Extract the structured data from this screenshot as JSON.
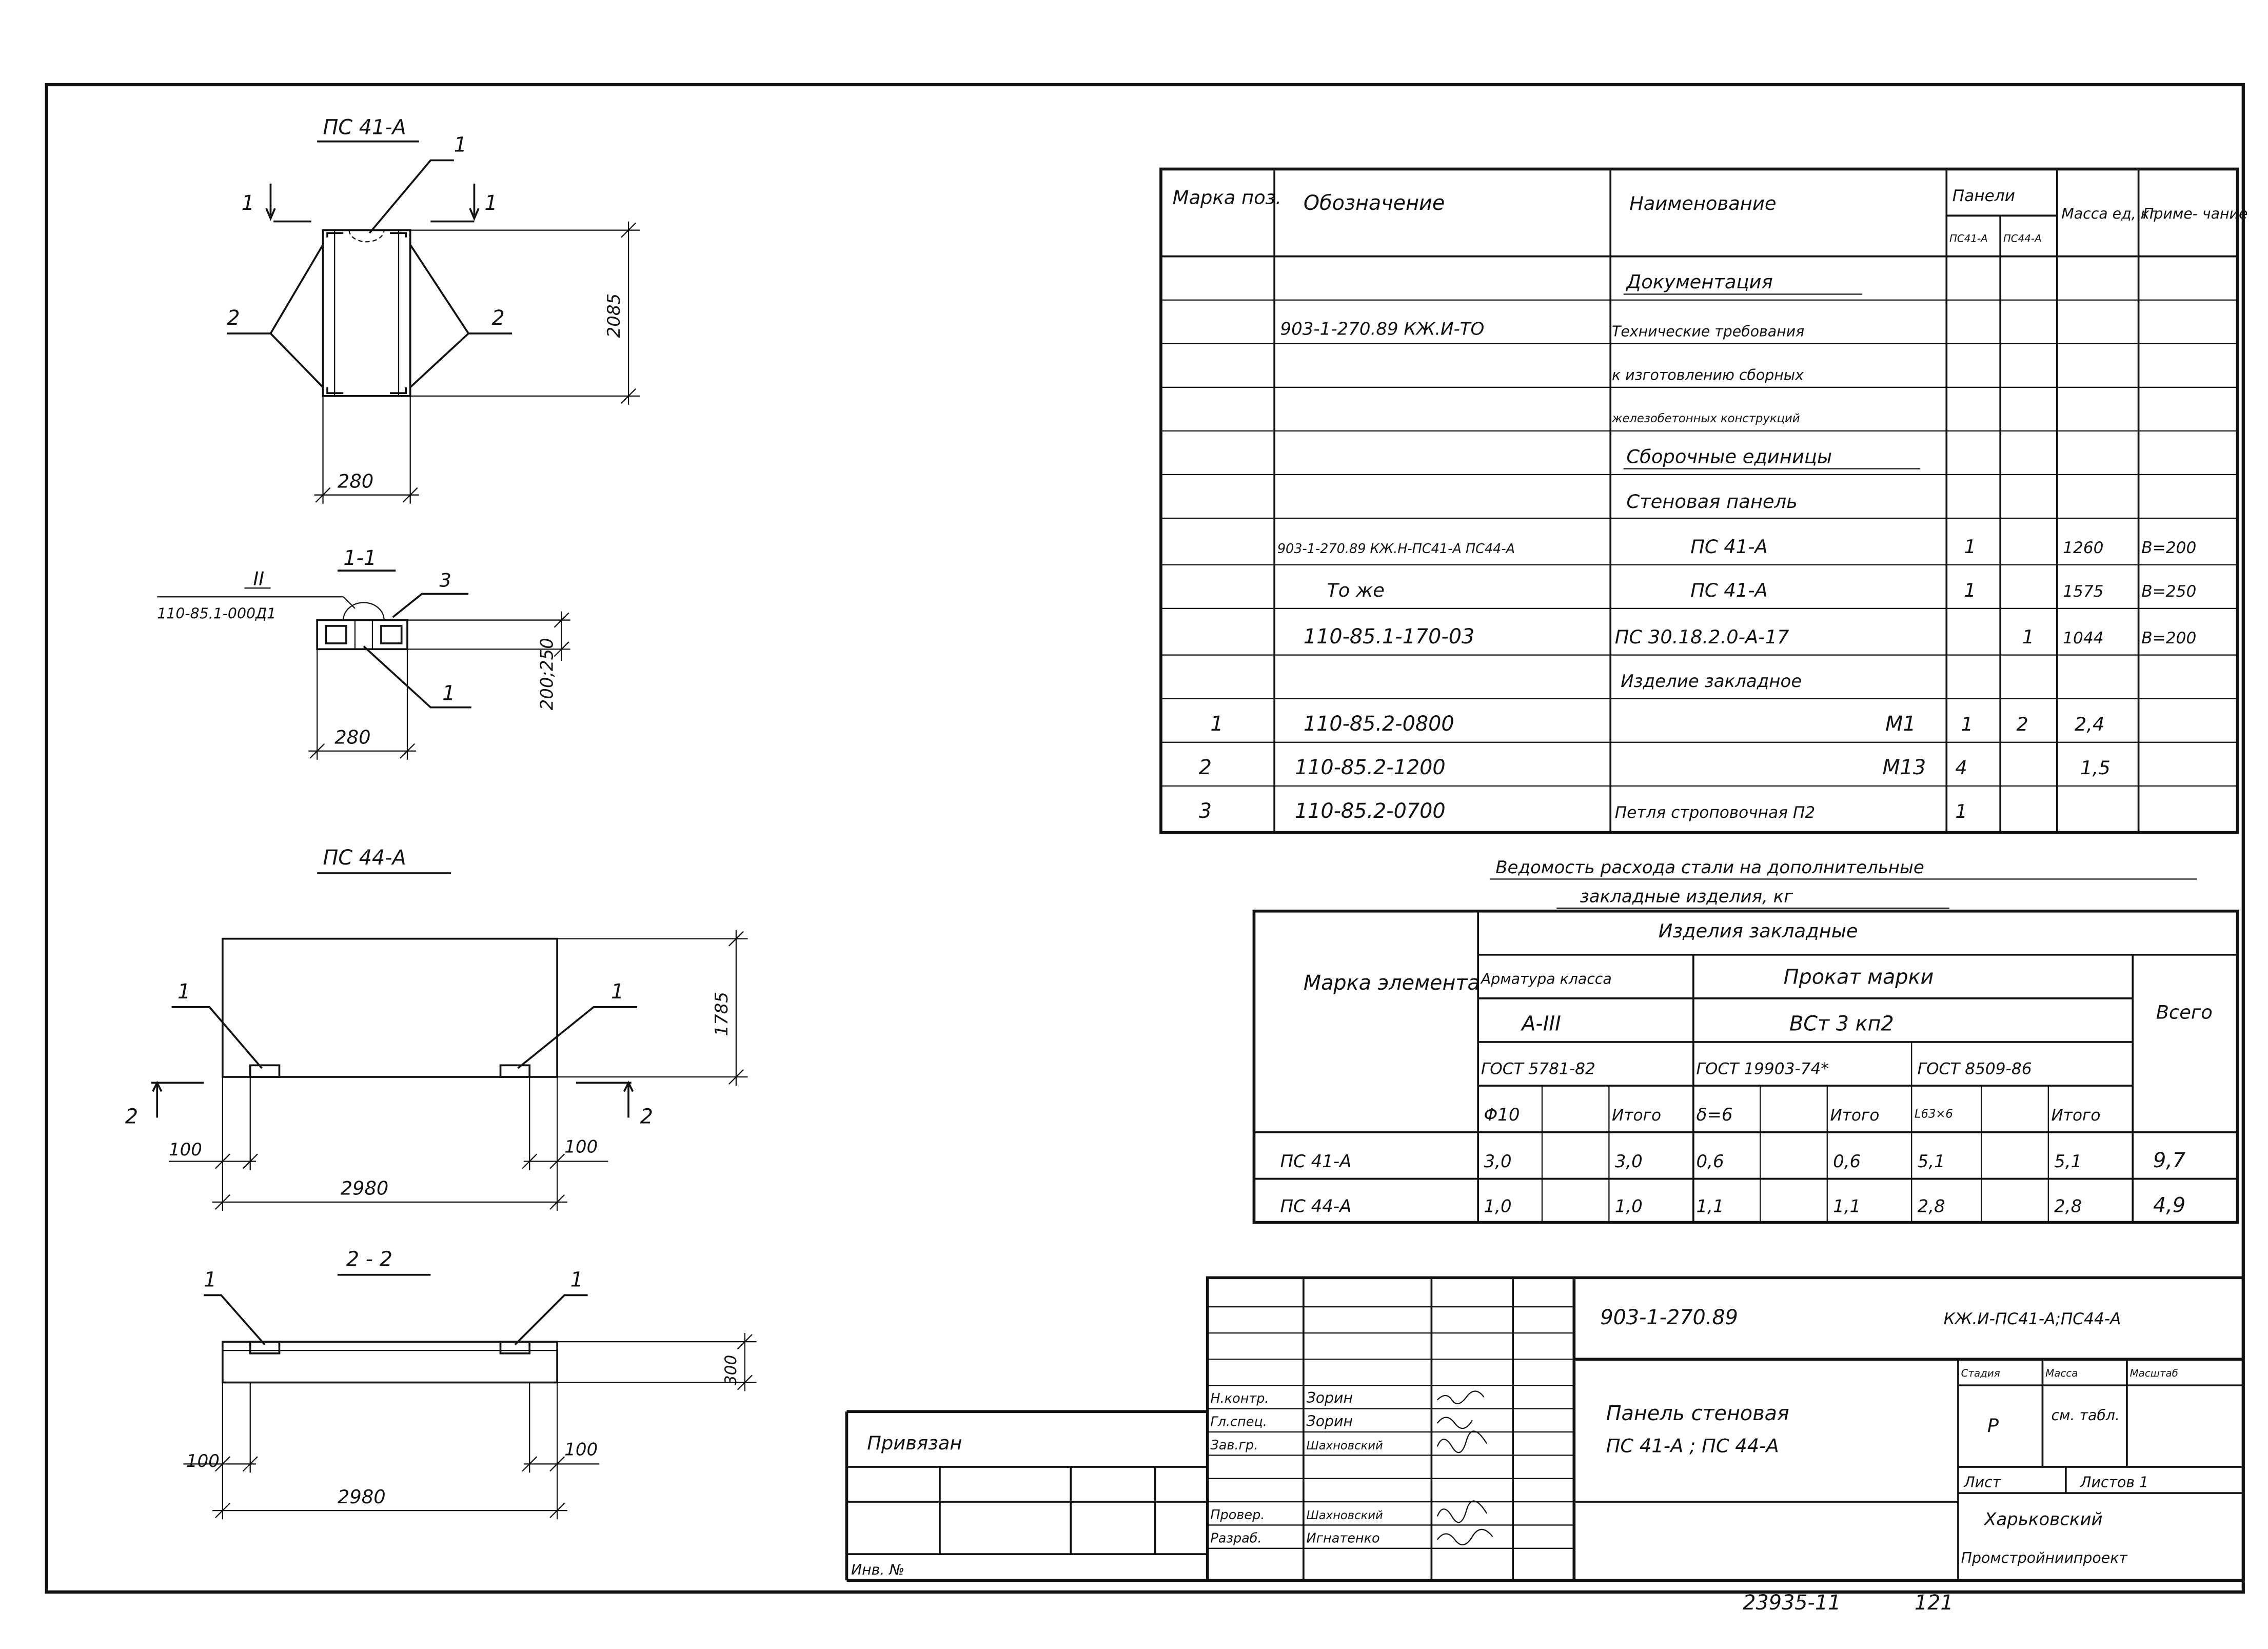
{
  "drawings": {
    "ps41a_title": "ПС 41-А",
    "ps44a_title": "ПС 44-А",
    "section_1_1": "1-1",
    "section_2_2": "2 - 2",
    "leader_1": "1",
    "leader_2": "2",
    "leader_3": "3",
    "node_ref": "II",
    "node_doc": "110-85.1-000Д1",
    "dim_280": "280",
    "dim_2085": "2085",
    "dim_200_250": "200;250",
    "dim_1785": "1785",
    "dim_2980": "2980",
    "dim_100": "100",
    "dim_300": "300"
  },
  "spec": {
    "headers": {
      "mark": "Марка поз.",
      "designation": "Обозначение",
      "name": "Наименование",
      "panels": "Панели",
      "ps41a_short": "ПС41-А",
      "ps44a_short": "ПС44-А",
      "mass": "Масса ед, кг",
      "note": "Приме- чание"
    },
    "rows": [
      {
        "mark": "",
        "designation": "",
        "name": "Документация",
        "p41": "",
        "p44": "",
        "mass": "",
        "note": ""
      },
      {
        "mark": "",
        "designation": "903-1-270.89 КЖ.И-ТО",
        "name": "Технические требования",
        "p41": "",
        "p44": "",
        "mass": "",
        "note": ""
      },
      {
        "mark": "",
        "designation": "",
        "name": "к изготовлению сборных",
        "p41": "",
        "p44": "",
        "mass": "",
        "note": ""
      },
      {
        "mark": "",
        "designation": "",
        "name": "железобетонных конструкций",
        "p41": "",
        "p44": "",
        "mass": "",
        "note": ""
      },
      {
        "mark": "",
        "designation": "",
        "name": "Сборочные единицы",
        "p41": "",
        "p44": "",
        "mass": "",
        "note": ""
      },
      {
        "mark": "",
        "designation": "",
        "name": "Стеновая панель",
        "p41": "",
        "p44": "",
        "mass": "",
        "note": ""
      },
      {
        "mark": "",
        "designation": "903-1-270.89 КЖ.Н-ПС41-А ПС44-А",
        "name": "ПС 41-А",
        "p41": "1",
        "p44": "",
        "mass": "1260",
        "note": "В=200"
      },
      {
        "mark": "",
        "designation": "То же",
        "name": "ПС 41-А",
        "p41": "1",
        "p44": "",
        "mass": "1575",
        "note": "В=250"
      },
      {
        "mark": "",
        "designation": "110-85.1-170-03",
        "name": "ПС 30.18.2.0-А-17",
        "p41": "",
        "p44": "1",
        "mass": "1044",
        "note": "В=200"
      },
      {
        "mark": "",
        "designation": "",
        "name": "Изделие закладное",
        "p41": "",
        "p44": "",
        "mass": "",
        "note": ""
      },
      {
        "mark": "1",
        "designation": "110-85.2-0800",
        "name": "М1",
        "p41": "1",
        "p44": "2",
        "mass": "2,4",
        "note": ""
      },
      {
        "mark": "2",
        "designation": "110-85.2-1200",
        "name": "М13",
        "p41": "4",
        "p44": "",
        "mass": "1,5",
        "note": ""
      },
      {
        "mark": "3",
        "designation": "110-85.2-0700",
        "name": "Петля строповочная П2",
        "p41": "1",
        "p44": "",
        "mass": "",
        "note": ""
      }
    ]
  },
  "steel": {
    "title_line1": "Ведомость расхода стали на дополнительные",
    "title_line2": "закладные изделия, кг",
    "col_element": "Марка элемента",
    "group_embedded": "Изделия закладные",
    "rebar_class_label": "Арматура класса",
    "rebar_class": "А-III",
    "rolled_label": "Прокат марки",
    "rolled_grade": "ВСт 3 кп2",
    "col_total": "Всего",
    "gost_1": "ГОСТ 5781-82",
    "gost_2": "ГОСТ 19903-74*",
    "gost_3": "ГОСТ 8509-86",
    "sub_d10": "Φ10",
    "sub_itogo": "Итого",
    "sub_delta6": "δ=6",
    "sub_angle": "L63×6",
    "rows": [
      {
        "element": "ПС 41-А",
        "d10": "3,0",
        "it1": "3,0",
        "delta": "0,6",
        "it2": "0,6",
        "angle": "5,1",
        "it3": "5,1",
        "total": "9,7"
      },
      {
        "element": "ПС 44-А",
        "d10": "1,0",
        "it1": "1,0",
        "delta": "1,1",
        "it2": "1,1",
        "angle": "2,8",
        "it3": "2,8",
        "total": "4,9"
      }
    ]
  },
  "stamp": {
    "project_code": "903-1-270.89",
    "doc_code": "КЖ.И-ПС41-А;ПС44-А",
    "title_line1": "Панель стеновая",
    "title_line2": "ПС 41-А ; ПС 44-А",
    "stage_label": "Стадия",
    "mass_label": "Масса",
    "scale_label": "Масштаб",
    "stage": "Р",
    "mass_value": "см. табл.",
    "sheet_label": "Лист",
    "sheets_label": "Листов 1",
    "org_line1": "Харьковский",
    "org_line2": "Промстройниипроект",
    "bound_label": "Привязан",
    "inv_label": "Инв. №",
    "roles": [
      {
        "role": "Н.контр.",
        "name": "Зорин"
      },
      {
        "role": "Гл.спец.",
        "name": "Зорин"
      },
      {
        "role": "Зав.гр.",
        "name": "Шахновский"
      },
      {
        "role": "",
        "name": ""
      },
      {
        "role": "Провер.",
        "name": "Шахновский"
      },
      {
        "role": "Разраб.",
        "name": "Игнатенко"
      }
    ]
  },
  "footer": {
    "archive_number": "23935-11",
    "page_number": "121"
  }
}
